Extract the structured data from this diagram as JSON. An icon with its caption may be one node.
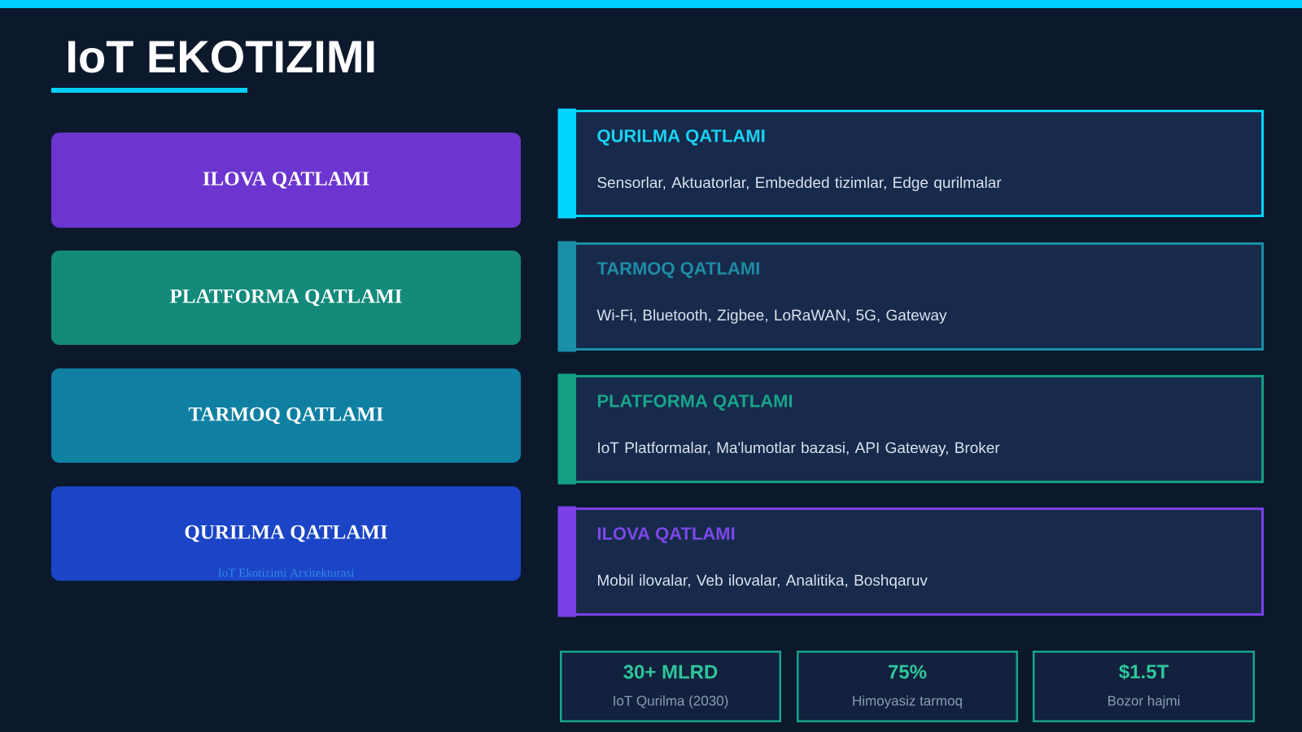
{
  "diagram": {
    "title": "IoT EKOTIZIMI",
    "nodes": [
      {
        "text": [
          "ILOVA QATLAMI"
        ]
      },
      {
        "text": [
          "PLATFORMA QATLAMI"
        ]
      },
      {
        "text": [
          "TARMOQ QATLAMI"
        ]
      },
      {
        "text": [
          "QURILMA QATLAMI"
        ]
      },
      {
        "text": [
          "QURILMA QATLAMI",
          "Sensorlar, Aktuatorlar, Embedded tizimlar, Edge qurilmalar"
        ]
      },
      {
        "text": [
          "TARMOQ QATLAMI",
          "Wi-Fi, Bluetooth, Zigbee, LoRaWAN, 5G, Gateway"
        ]
      },
      {
        "text": [
          "PLATFORMA QATLAMI",
          "IoT Platformalar, Ma'lumotlar bazasi, API Gateway, Broker"
        ]
      },
      {
        "text": [
          "ILOVA QATLAMI",
          "Mobil ilovalar, Veb ilovalar, Analitika, Boshqaruv"
        ]
      },
      {
        "text": [
          "30+ MLRD",
          "IoT Qurilma (2030)"
        ]
      },
      {
        "text": [
          "75%",
          "Himoyasiz tarmoq"
        ]
      },
      {
        "text": [
          "$1.5T",
          "Bozor hajmi"
        ]
      }
    ],
    "labels": [
      "IoT Ekotizimi Arxitekturasi"
    ]
  }
}
